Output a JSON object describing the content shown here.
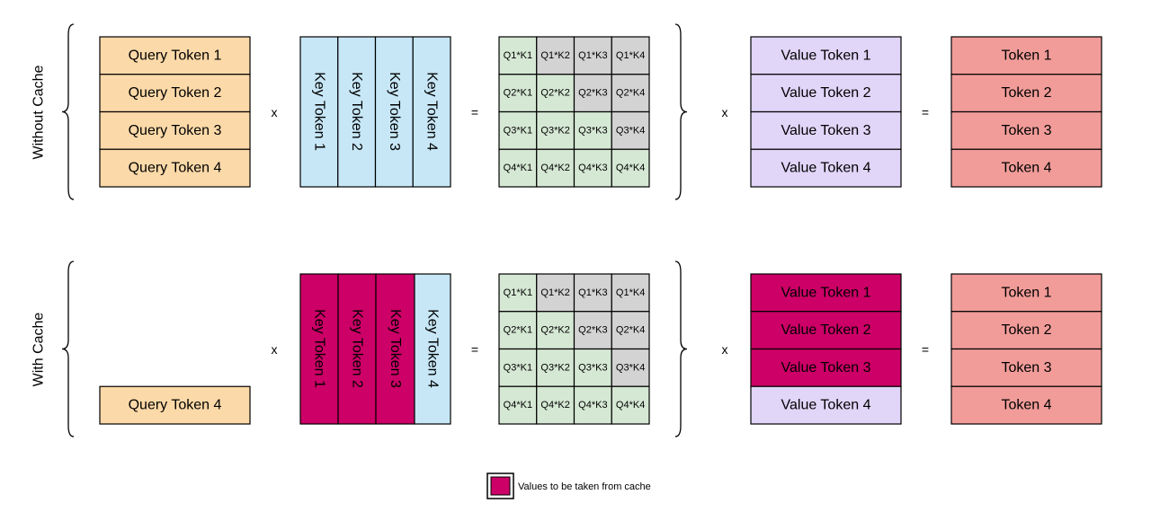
{
  "colors": {
    "query": "#fcd9a8",
    "key": "#c7e7f7",
    "cached": "#cc0066",
    "score_lower": "#d5e8d4",
    "score_upper": "#d3d3d3",
    "value": "#e1d5f8",
    "output": "#f19c99",
    "border": "#000000"
  },
  "without_cache": {
    "label": "Without Cache",
    "query_tokens": [
      "Query Token 1",
      "Query Token 2",
      "Query Token 3",
      "Query Token 4"
    ],
    "key_tokens": [
      {
        "label": "Key Token 1",
        "cached": false
      },
      {
        "label": "Key Token 2",
        "cached": false
      },
      {
        "label": "Key Token 3",
        "cached": false
      },
      {
        "label": "Key Token 4",
        "cached": false
      }
    ],
    "scores": [
      [
        "Q1*K1",
        "Q1*K2",
        "Q1*K3",
        "Q1*K4"
      ],
      [
        "Q2*K1",
        "Q2*K2",
        "Q2*K3",
        "Q2*K4"
      ],
      [
        "Q3*K1",
        "Q3*K2",
        "Q3*K3",
        "Q3*K4"
      ],
      [
        "Q4*K1",
        "Q4*K2",
        "Q4*K3",
        "Q4*K4"
      ]
    ],
    "value_tokens": [
      {
        "label": "Value Token 1",
        "cached": false
      },
      {
        "label": "Value Token 2",
        "cached": false
      },
      {
        "label": "Value Token 3",
        "cached": false
      },
      {
        "label": "Value Token 4",
        "cached": false
      }
    ],
    "output_tokens": [
      "Token 1",
      "Token 2",
      "Token 3",
      "Token 4"
    ],
    "mult_symbol_1": "x",
    "equals_symbol_1": "=",
    "mult_symbol_2": "x",
    "equals_symbol_2": "="
  },
  "with_cache": {
    "label": "With Cache",
    "query_tokens": [
      "Query Token 4"
    ],
    "key_tokens": [
      {
        "label": "Key Token 1",
        "cached": true
      },
      {
        "label": "Key Token 2",
        "cached": true
      },
      {
        "label": "Key Token 3",
        "cached": true
      },
      {
        "label": "Key Token 4",
        "cached": false
      }
    ],
    "scores": [
      [
        "Q1*K1",
        "Q1*K2",
        "Q1*K3",
        "Q1*K4"
      ],
      [
        "Q2*K1",
        "Q2*K2",
        "Q2*K3",
        "Q2*K4"
      ],
      [
        "Q3*K1",
        "Q3*K2",
        "Q3*K3",
        "Q3*K4"
      ],
      [
        "Q4*K1",
        "Q4*K2",
        "Q4*K3",
        "Q4*K4"
      ]
    ],
    "value_tokens": [
      {
        "label": "Value Token 1",
        "cached": true
      },
      {
        "label": "Value Token 2",
        "cached": true
      },
      {
        "label": "Value Token 3",
        "cached": true
      },
      {
        "label": "Value Token 4",
        "cached": false
      }
    ],
    "output_tokens": [
      "Token 1",
      "Token 2",
      "Token 3",
      "Token 4"
    ],
    "mult_symbol_1": "x",
    "equals_symbol_1": "=",
    "mult_symbol_2": "x",
    "equals_symbol_2": "="
  },
  "legend": {
    "label": "Values to be taken from cache"
  }
}
